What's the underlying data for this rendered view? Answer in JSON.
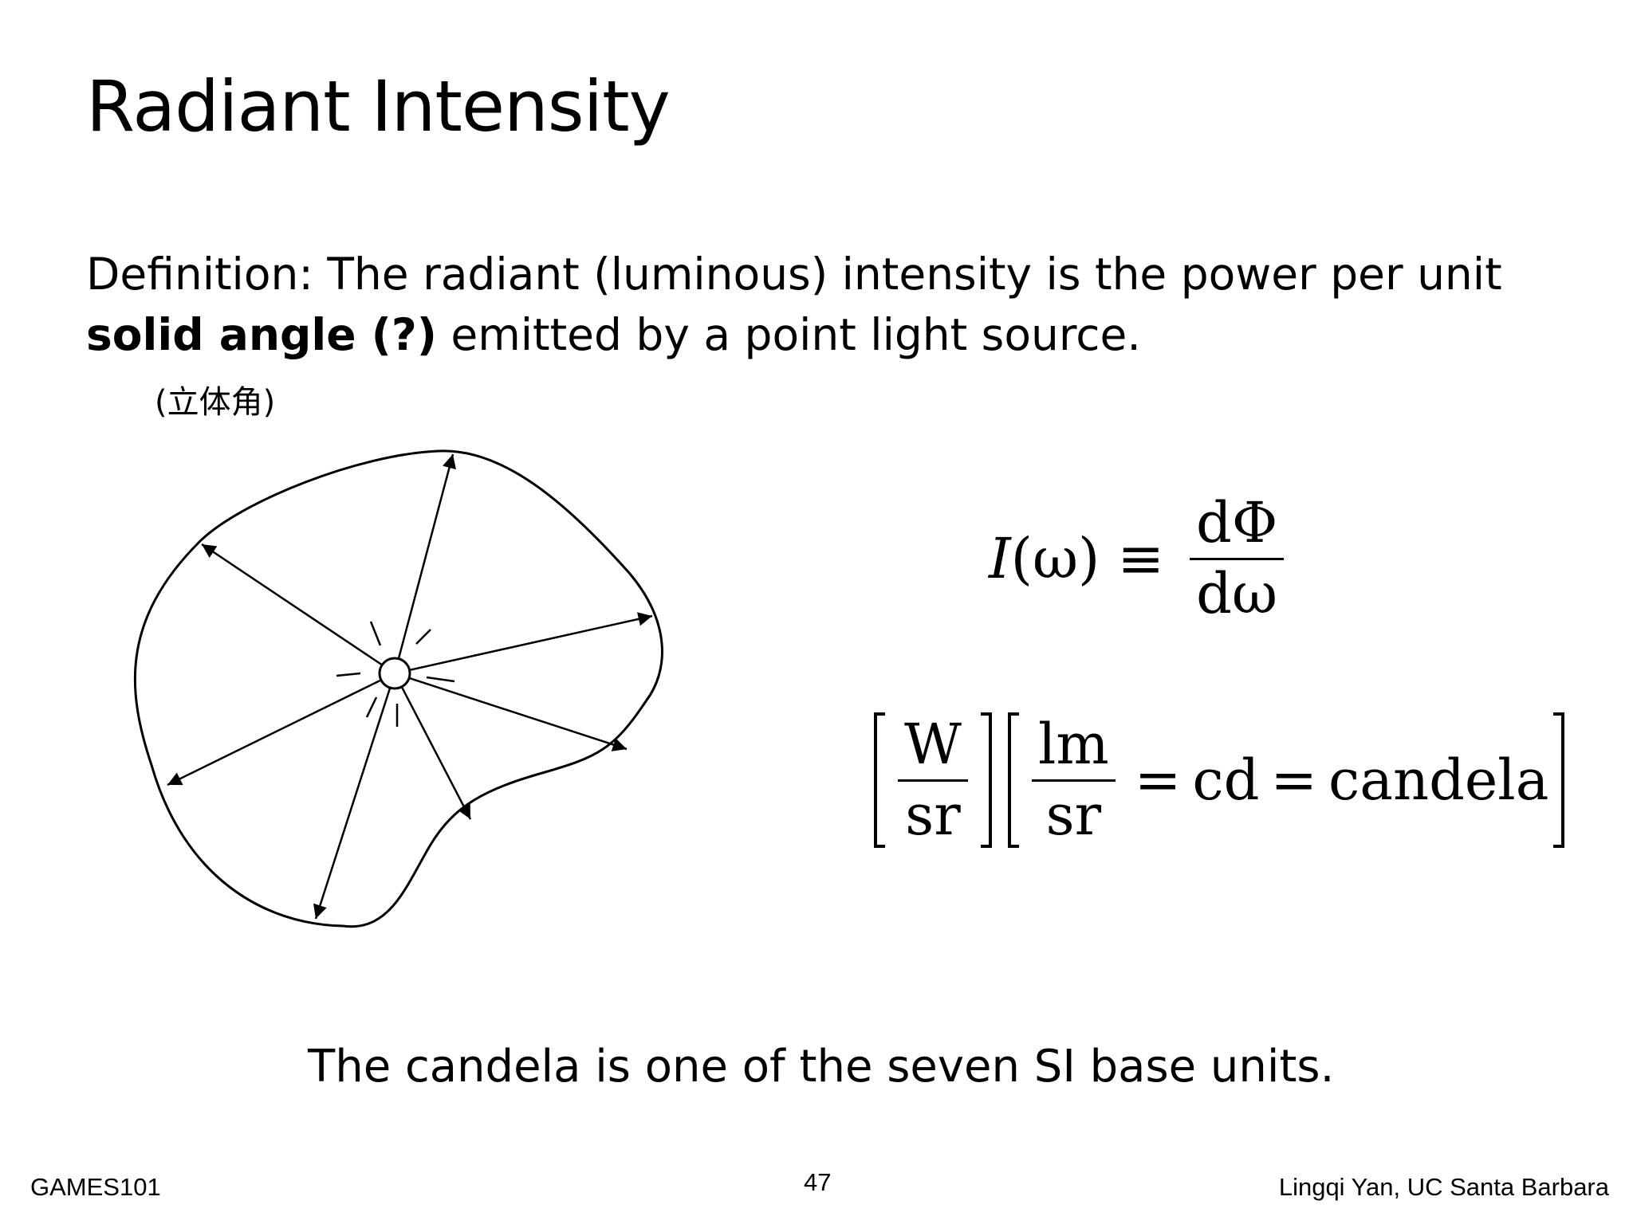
{
  "slide": {
    "title": "Radiant Intensity",
    "definition": {
      "prefix": "Definition: The radiant (luminous) intensity is the power per unit",
      "bold_term": "solid angle (?)",
      "suffix": " emitted by a point light source."
    },
    "annotation": "(立体角)",
    "equation_main": {
      "lhs_symbol": "I",
      "lhs_arg": "(ω)",
      "operator": "≡",
      "numerator": "dΦ",
      "denominator": "dω"
    },
    "units": {
      "unit1_numerator": "W",
      "unit1_denominator": "sr",
      "unit2_numerator": "lm",
      "unit2_denominator": "sr",
      "equals": "=",
      "cd": "cd",
      "candela": "candela"
    },
    "caption": "The candela is one of the seven SI base units.",
    "footer": {
      "course": "GAMES101",
      "page_number": "47",
      "author": "Lingqi Yan, UC Santa Barbara"
    }
  }
}
